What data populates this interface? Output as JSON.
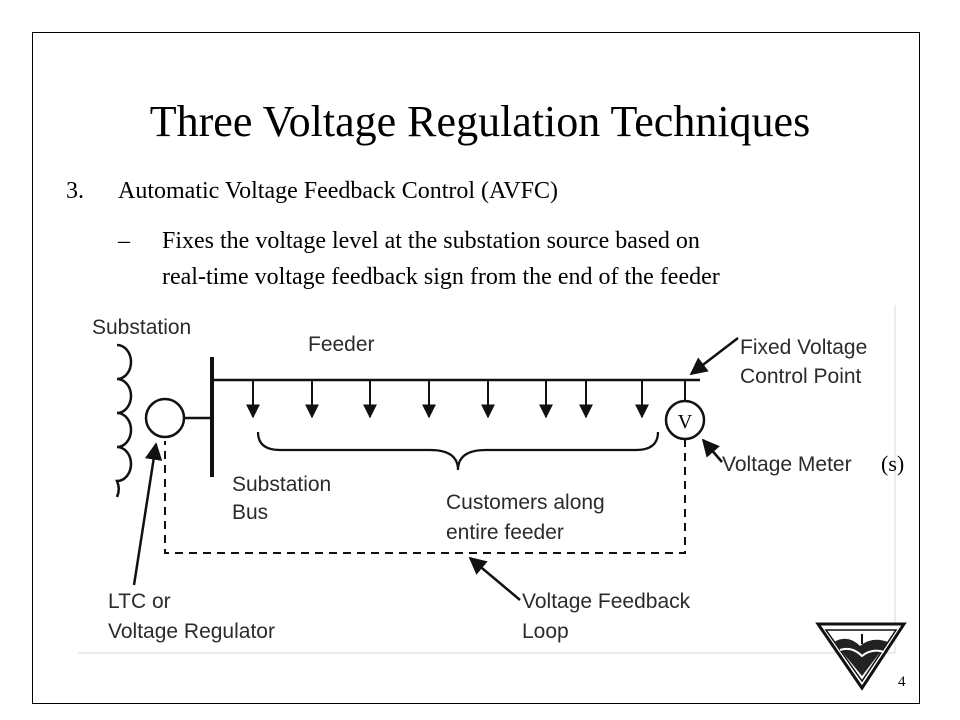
{
  "slide": {
    "title": "Three Voltage Regulation Techniques",
    "bullet1": {
      "number": "3.",
      "text": "Automatic Voltage Feedback Control (AVFC)"
    },
    "bullet2": {
      "dash": "–",
      "line1": "Fixes the voltage level at the substation source based on",
      "line2": "real-time voltage feedback sign from the end of the feeder"
    },
    "suffix": "(s)",
    "page_number": "4"
  },
  "diagram": {
    "labels": {
      "substation": "Substation",
      "feeder": "Feeder",
      "fixed_voltage_1": "Fixed Voltage",
      "fixed_voltage_2": "Control Point",
      "voltage_meter": "Voltage Meter",
      "meter_symbol": "V",
      "substation_bus_1": "Substation",
      "substation_bus_2": "Bus",
      "customers_1": "Customers along",
      "customers_2": "entire feeder",
      "ltc_1": "LTC or",
      "ltc_2": "Voltage Regulator",
      "feedback_1": "Voltage Feedback",
      "feedback_2": "Loop"
    }
  },
  "logo": {
    "icon": "agency-shield-logo"
  }
}
